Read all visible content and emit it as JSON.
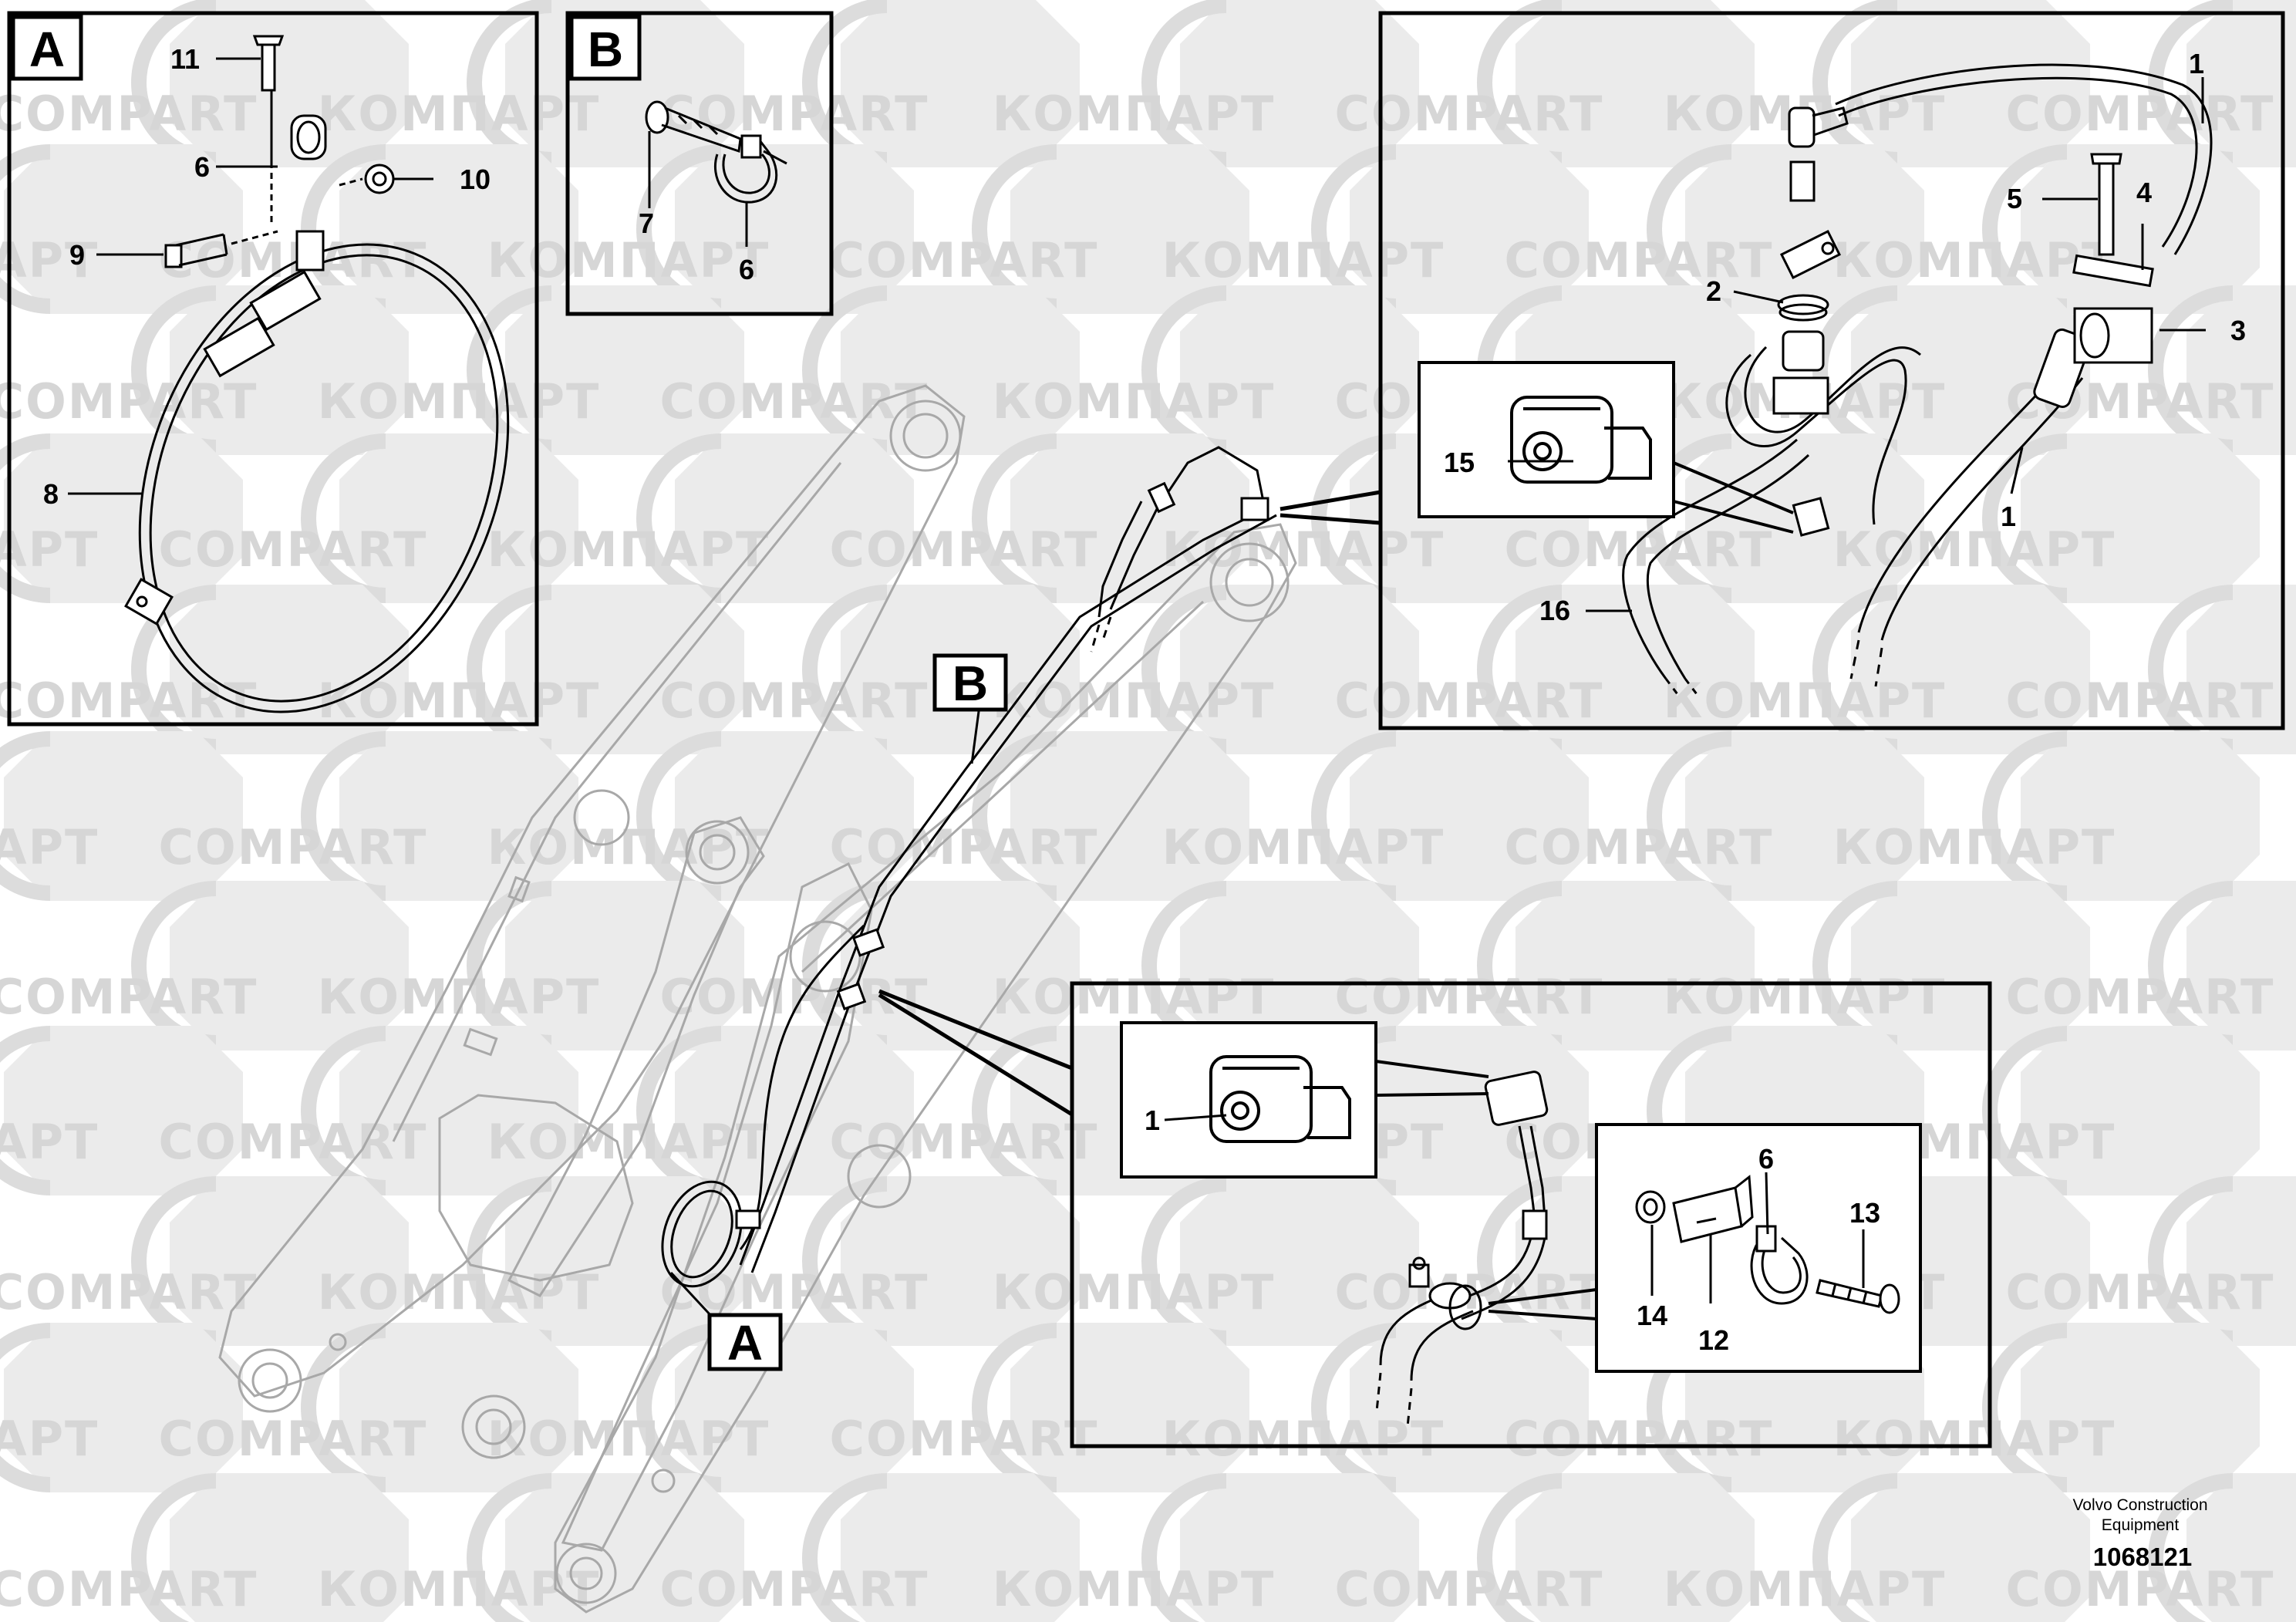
{
  "watermark": {
    "latin": "COMPART",
    "cyrillic": "КОМПАРТ"
  },
  "panels": {
    "a": {
      "letter": "A",
      "callouts": [
        "11",
        "6",
        "10",
        "9",
        "8"
      ]
    },
    "b": {
      "letter": "B",
      "callouts": [
        "7",
        "6"
      ]
    },
    "top_right": {
      "callouts": [
        "1",
        "5",
        "4",
        "2",
        "3",
        "15",
        "1",
        "16"
      ]
    },
    "bottom_right": {
      "callouts": [
        "1",
        "6",
        "13",
        "14",
        "12"
      ]
    }
  },
  "main": {
    "tag_a": "A",
    "tag_b": "B"
  },
  "footer": {
    "company_line1": "Volvo Construction",
    "company_line2": "Equipment",
    "drawing_number": "1068121"
  },
  "colors": {
    "ink": "#000000",
    "watermark": "#d9d9d9",
    "boom_outline": "#b3b3b3"
  }
}
